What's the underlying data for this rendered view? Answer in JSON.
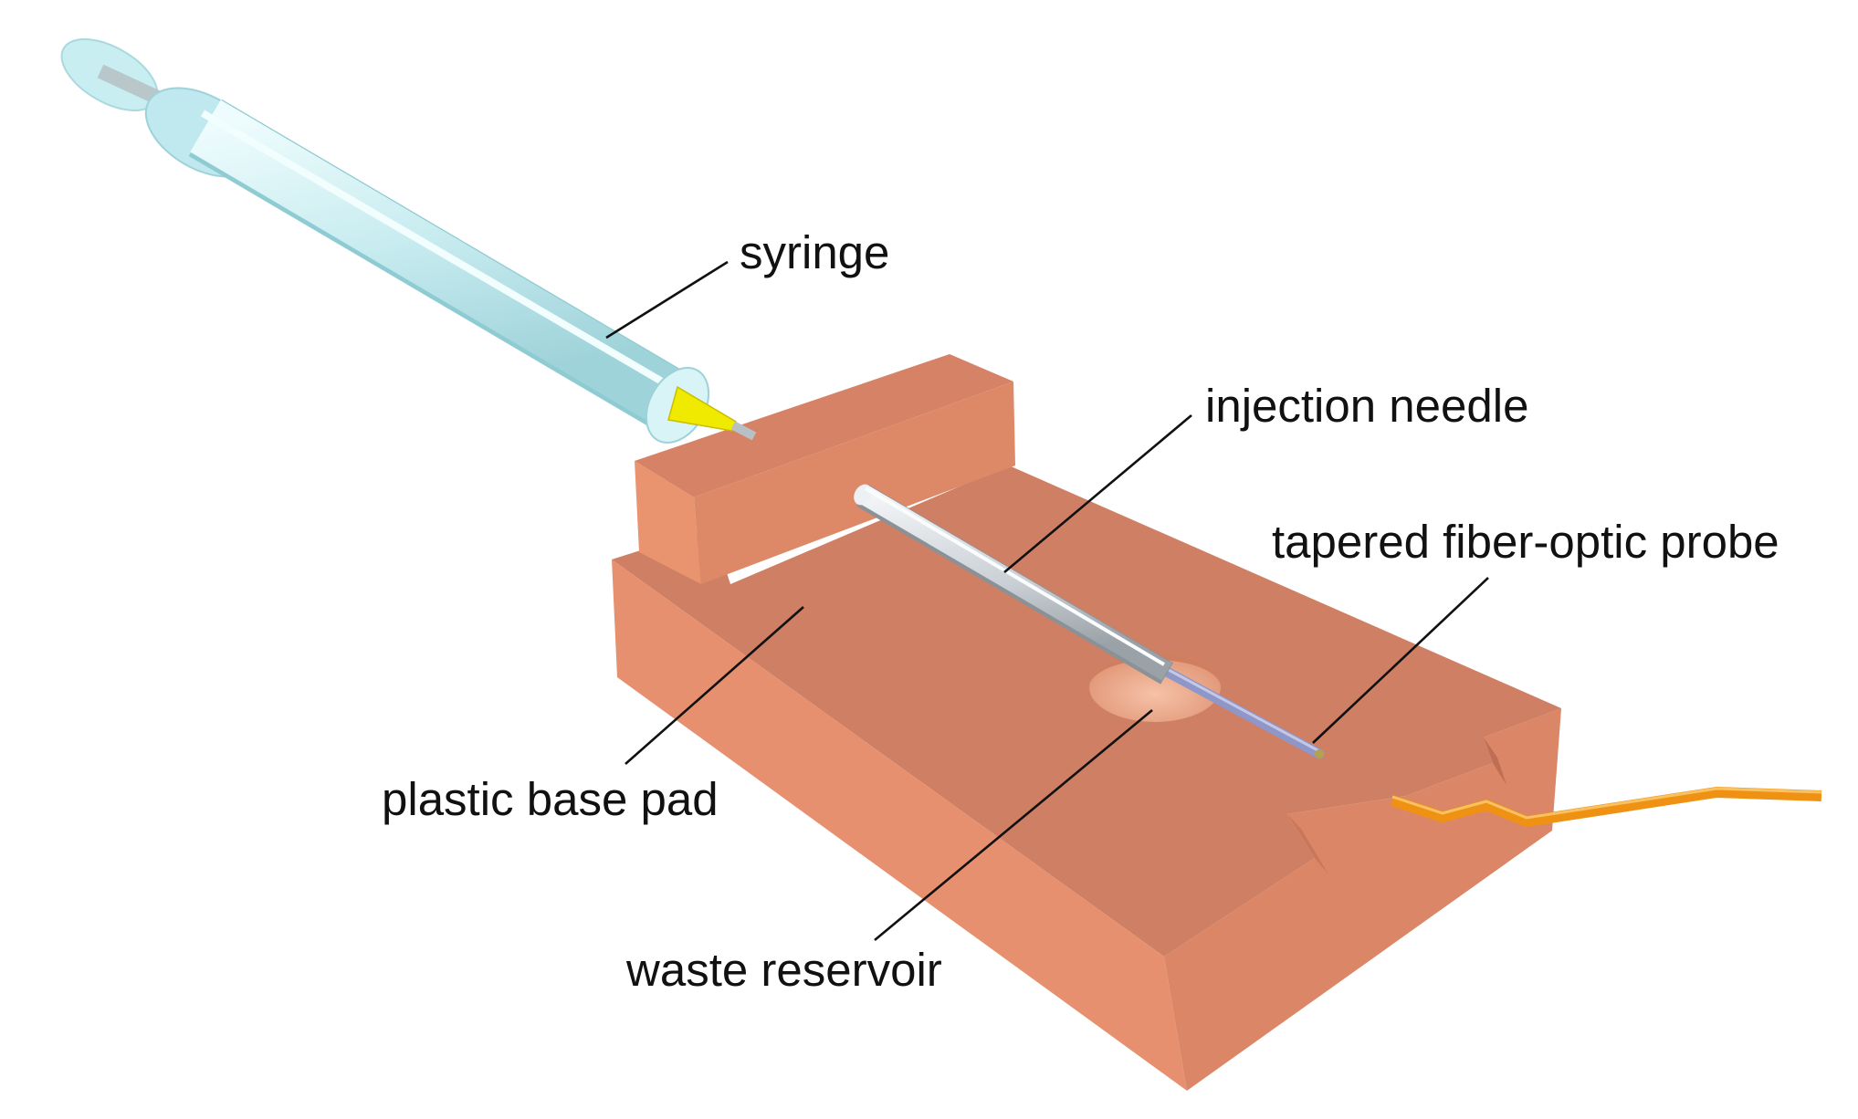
{
  "figure": {
    "labels": {
      "syringe": "syringe",
      "injection_needle": "injection needle",
      "fiber_probe": "tapered fiber-optic probe",
      "base_pad": "plastic base pad",
      "waste_reservoir": "waste reservoir"
    },
    "colors": {
      "background": "#ffffff",
      "base_top": "#cf7f63",
      "base_front": "#e7906f",
      "base_side": "#da8667",
      "syringe_body": "#cbeff2",
      "syringe_tip": "#f0ea00",
      "needle": "#cfd4d8",
      "probe": "#8f96c8",
      "fiber_cable": "#ef9213",
      "reservoir": "#f2b095",
      "text": "#111111"
    }
  }
}
